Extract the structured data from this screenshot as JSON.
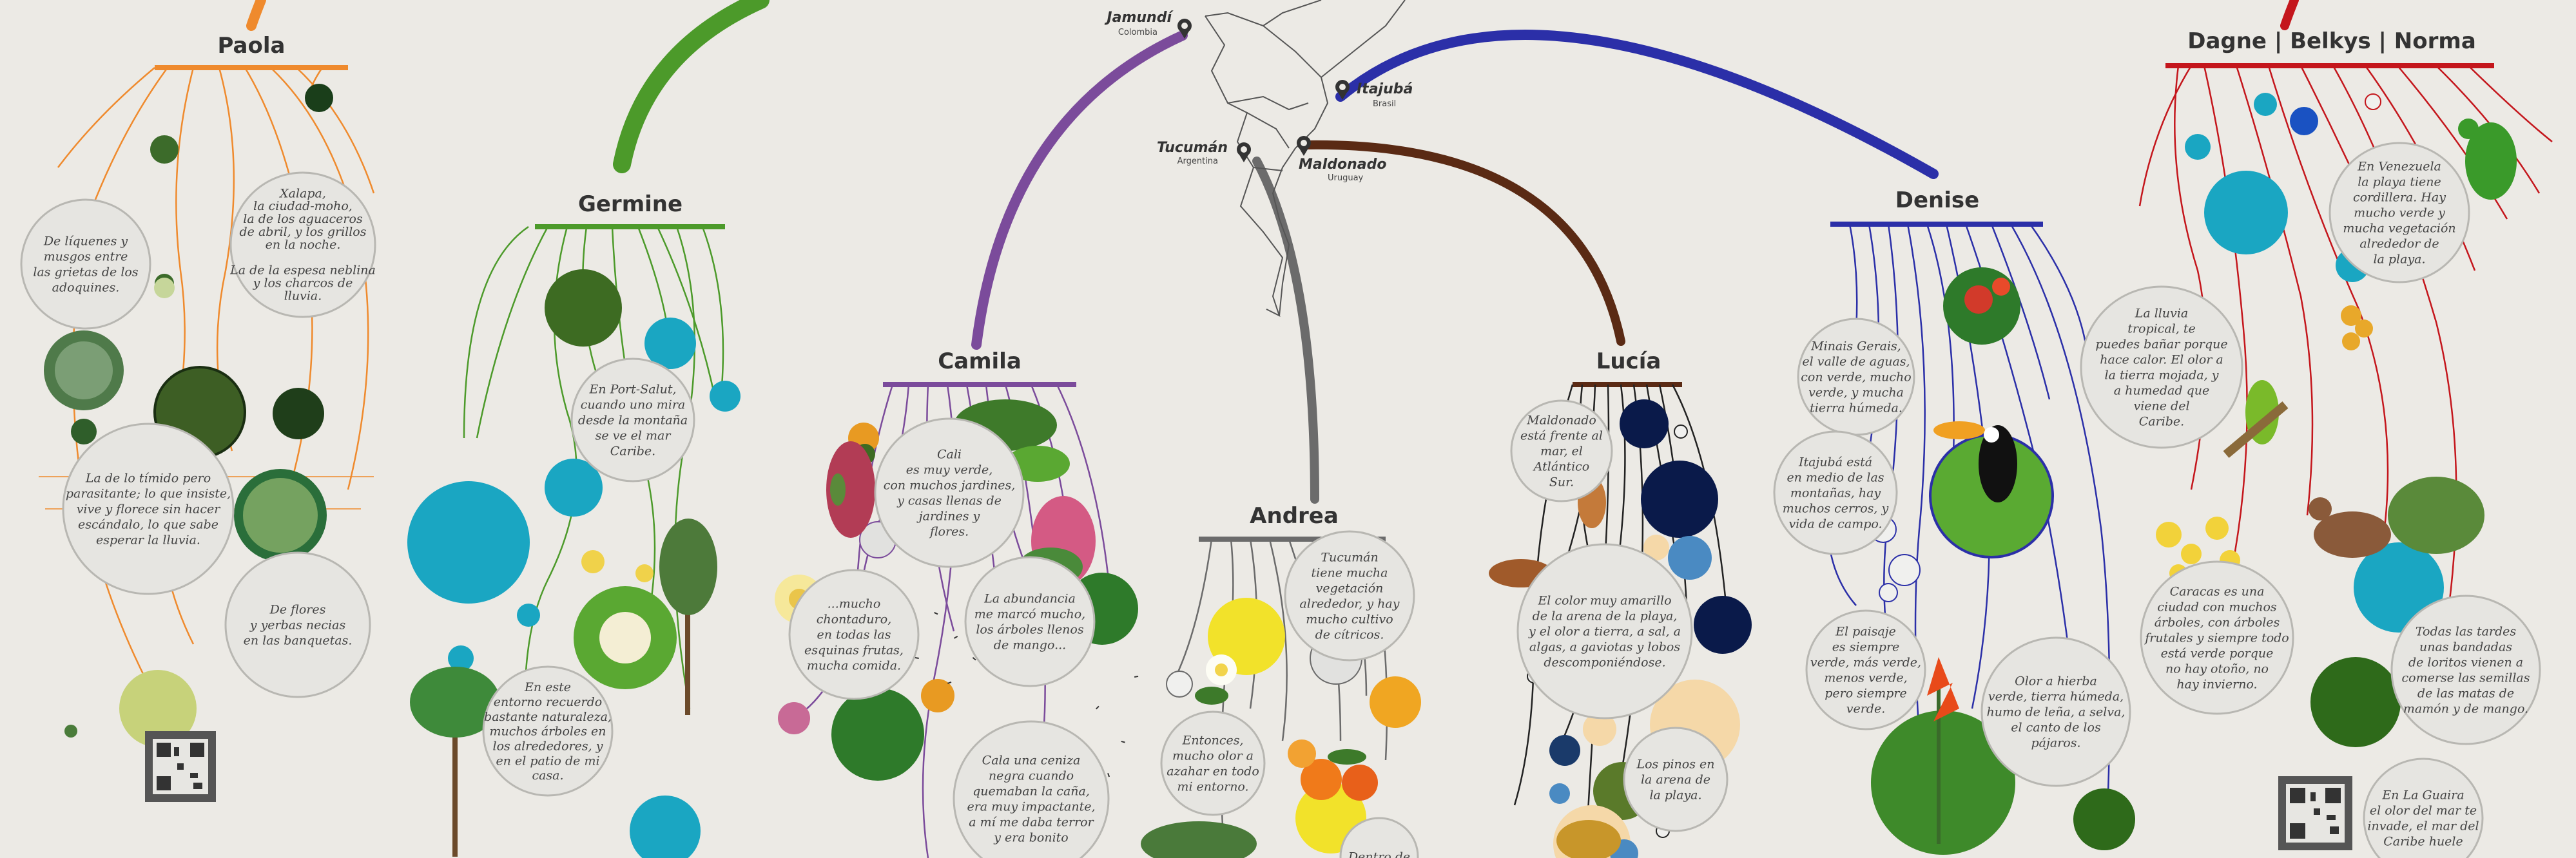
{
  "people": [
    {
      "key": "paola",
      "name": "Paola",
      "color": "#ef8a2d"
    },
    {
      "key": "germine",
      "name": "Germine",
      "color": "#4c9a2a"
    },
    {
      "key": "camila",
      "name": "Camila",
      "color": "#7b4b9b"
    },
    {
      "key": "andrea",
      "name": "Andrea",
      "color": "#6b6b6b"
    },
    {
      "key": "lucia",
      "name": "Lucía",
      "color": "#5a2a14"
    },
    {
      "key": "denise",
      "name": "Denise",
      "color": "#2b2fa8"
    },
    {
      "key": "dagne",
      "name": "Dagne | Belkys | Norma",
      "color": "#c4161c"
    }
  ],
  "places": [
    {
      "key": "jamundi",
      "name": "Jamundí",
      "country": "Colombia"
    },
    {
      "key": "itajuba",
      "name": "Itajubá",
      "country": "Brasil"
    },
    {
      "key": "tucuman",
      "name": "Tucumán",
      "country": "Argentina"
    },
    {
      "key": "maldonado",
      "name": "Maldonado",
      "country": "Uruguay"
    }
  ],
  "bubbles": [
    {
      "key": "p1",
      "lines": [
        "Xalapa,",
        "la ciudad-moho,",
        "la de los aguaceros",
        "de abril, y los grillos",
        "en la noche.",
        "",
        "La de la espesa neblina",
        "y los charcos de",
        "lluvia."
      ]
    },
    {
      "key": "p2",
      "lines": [
        "De líquenes y",
        "musgos entre",
        "las grietas de los",
        "adoquines."
      ]
    },
    {
      "key": "p3",
      "lines": [
        "La de lo tímido pero",
        "parasitante; lo que insiste,",
        "vive y florece sin hacer",
        "escándalo, lo que sabe",
        "esperar la lluvia."
      ]
    },
    {
      "key": "p4",
      "lines": [
        "De flores",
        "y yerbas necias",
        "en las banquetas."
      ]
    },
    {
      "key": "g1",
      "lines": [
        "En Port-Salut,",
        "cuando uno mira",
        "desde la montaña",
        "se ve el mar",
        "Caribe."
      ]
    },
    {
      "key": "g2",
      "lines": [
        "En este",
        "entorno recuerdo",
        "bastante naturaleza,",
        "muchos árboles en",
        "los alrededores, y",
        "en el patio de mi",
        "casa."
      ]
    },
    {
      "key": "c1",
      "lines": [
        "Cali",
        "es muy verde,",
        "con muchos jardines,",
        "y casas llenas de",
        "jardines y",
        "flores."
      ]
    },
    {
      "key": "c2",
      "lines": [
        "...mucho",
        "chontaduro,",
        "en todas las",
        "esquinas frutas,",
        "mucha comida."
      ]
    },
    {
      "key": "c3",
      "lines": [
        "La abundancia",
        "me marcó mucho,",
        "los árboles llenos",
        "de mango..."
      ]
    },
    {
      "key": "c4",
      "lines": [
        "Cala una ceniza",
        "negra cuando",
        "quemaban la caña,",
        "era muy impactante,",
        "a mí me daba terror",
        "y era bonito"
      ]
    },
    {
      "key": "a1",
      "lines": [
        "Tucumán",
        "tiene mucha",
        "vegetación",
        "alrededor, y hay",
        "mucho cultivo",
        "de cítricos."
      ]
    },
    {
      "key": "a2",
      "lines": [
        "Entonces,",
        "mucho olor a",
        "azahar en todo",
        "mi entorno."
      ]
    },
    {
      "key": "a3",
      "lines": [
        "Dentro de"
      ]
    },
    {
      "key": "l1",
      "lines": [
        "Maldonado",
        "está frente al",
        "mar, el",
        "Atlántico",
        "Sur."
      ]
    },
    {
      "key": "l2",
      "lines": [
        "El color muy amarillo",
        "de la arena de la playa,",
        "y el olor a tierra, a sal, a",
        "algas, a gaviotas y lobos",
        "descomponiéndose."
      ]
    },
    {
      "key": "l3",
      "lines": [
        "Los pinos en",
        "la arena de",
        "la playa."
      ]
    },
    {
      "key": "d1",
      "lines": [
        "Minais Gerais,",
        "el valle de aguas,",
        "con verde, mucho",
        "verde, y mucha",
        "tierra húmeda."
      ]
    },
    {
      "key": "d2",
      "lines": [
        "Itajubá está",
        "en medio de las",
        "montañas, hay",
        "muchos cerros, y",
        "vida de campo."
      ]
    },
    {
      "key": "d3",
      "lines": [
        "El paisaje",
        "es siempre",
        "verde, más verde,",
        "menos verde,",
        "pero siempre",
        "verde."
      ]
    },
    {
      "key": "d4",
      "lines": [
        "Olor a hierba",
        "verde, tierra húmeda,",
        "humo de leña, a selva,",
        "el canto de los",
        "pájaros."
      ]
    },
    {
      "key": "v1",
      "lines": [
        "En Venezuela",
        "la playa tiene",
        "cordillera. Hay",
        "mucho verde y",
        "mucha vegetación",
        "alrededor de",
        "la playa."
      ]
    },
    {
      "key": "v2",
      "lines": [
        "La lluvia",
        "tropical, te",
        "puedes bañar porque",
        "hace calor. El olor a",
        "la tierra mojada, y",
        "a humedad que",
        "viene del",
        "Caribe."
      ]
    },
    {
      "key": "v3",
      "lines": [
        "Caracas es una",
        "ciudad con muchos",
        "árboles, con árboles",
        "frutales y siempre todo",
        "está verde porque",
        "no hay otoño, no",
        "hay invierno."
      ]
    },
    {
      "key": "v4",
      "lines": [
        "Todas las tardes",
        "unas bandadas",
        "de loritos vienen a",
        "comerse las semillas",
        "de las matas de",
        "mamón y de mango."
      ]
    },
    {
      "key": "v5",
      "lines": [
        "En La Guaira",
        "el olor del mar te",
        "invade, el mar del",
        "Caribe huele"
      ]
    }
  ]
}
